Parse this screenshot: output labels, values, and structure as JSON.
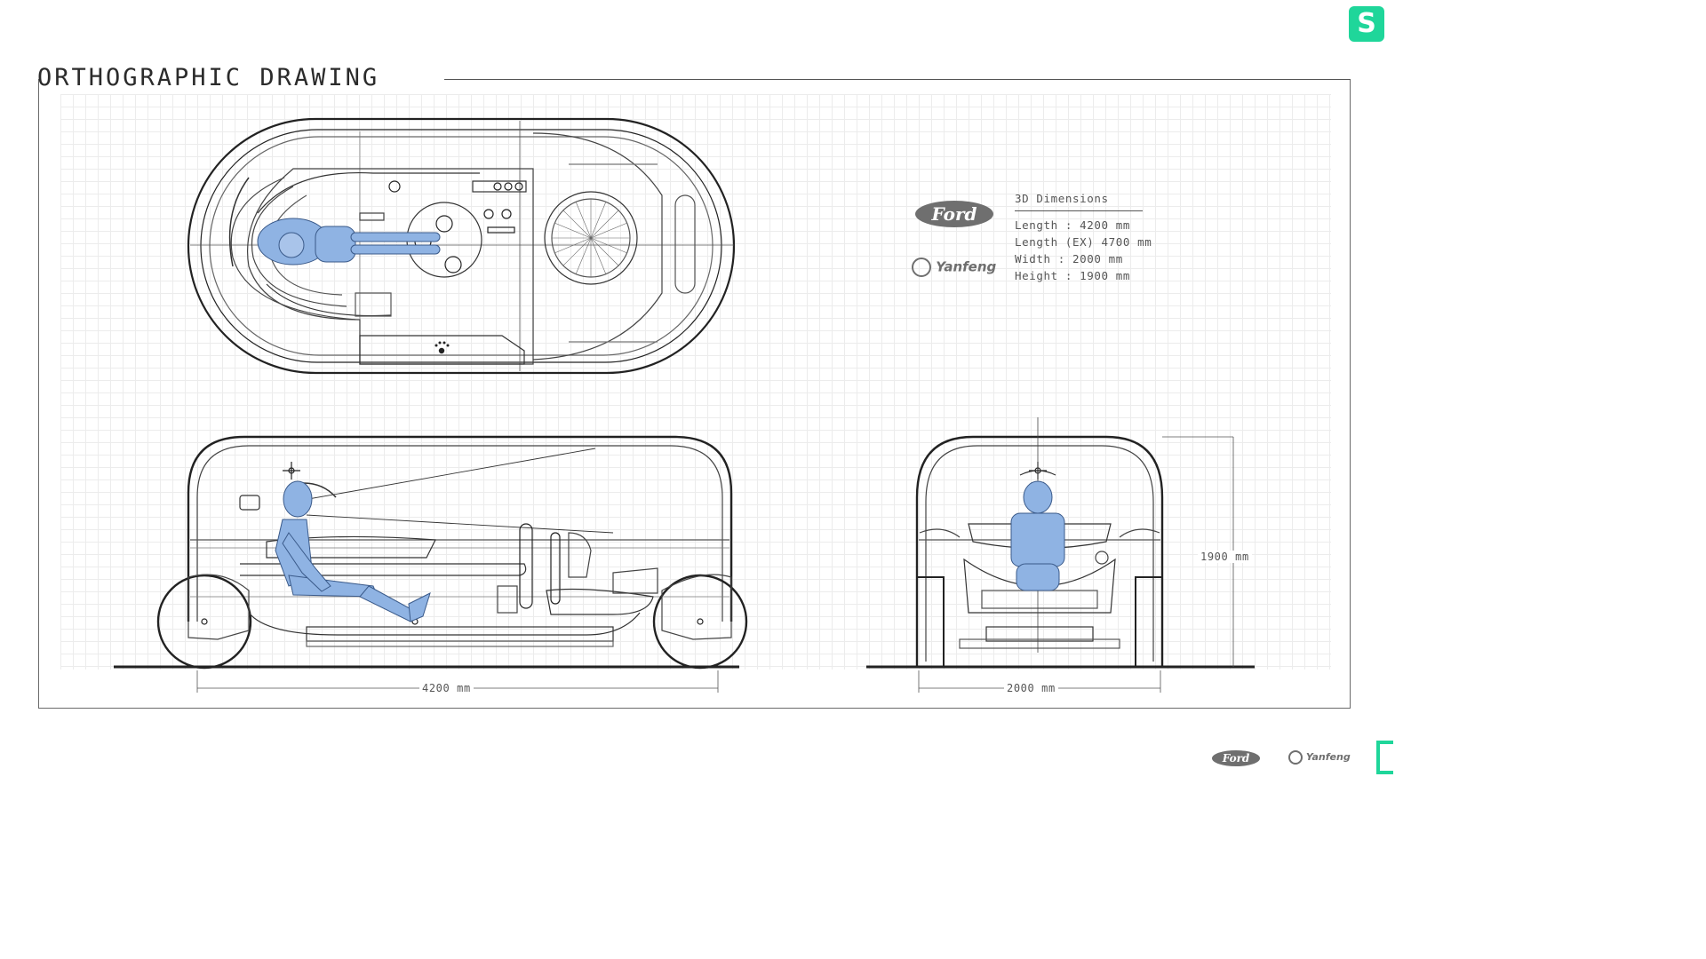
{
  "header": {
    "title": "ORTHOGRAPHIC DRAWING",
    "brand_badge": "S"
  },
  "logos": {
    "ford": "Ford",
    "yanfeng": "Yanfeng"
  },
  "dimensions_panel": {
    "heading": "3D Dimensions",
    "rows": [
      "Length : 4200 mm",
      "Length (EX) 4700 mm",
      "Width : 2000 mm",
      "Height : 1900 mm"
    ]
  },
  "dimension_labels": {
    "side_length": "4200 mm",
    "front_width": "2000 mm",
    "front_height": "1900 mm"
  },
  "colors": {
    "accent": "#1fd69a",
    "figure_fill": "#8fb3e3",
    "line": "#222222",
    "grid": "#ececec"
  },
  "icons": [
    "paw-icon",
    "s-brand-icon"
  ]
}
